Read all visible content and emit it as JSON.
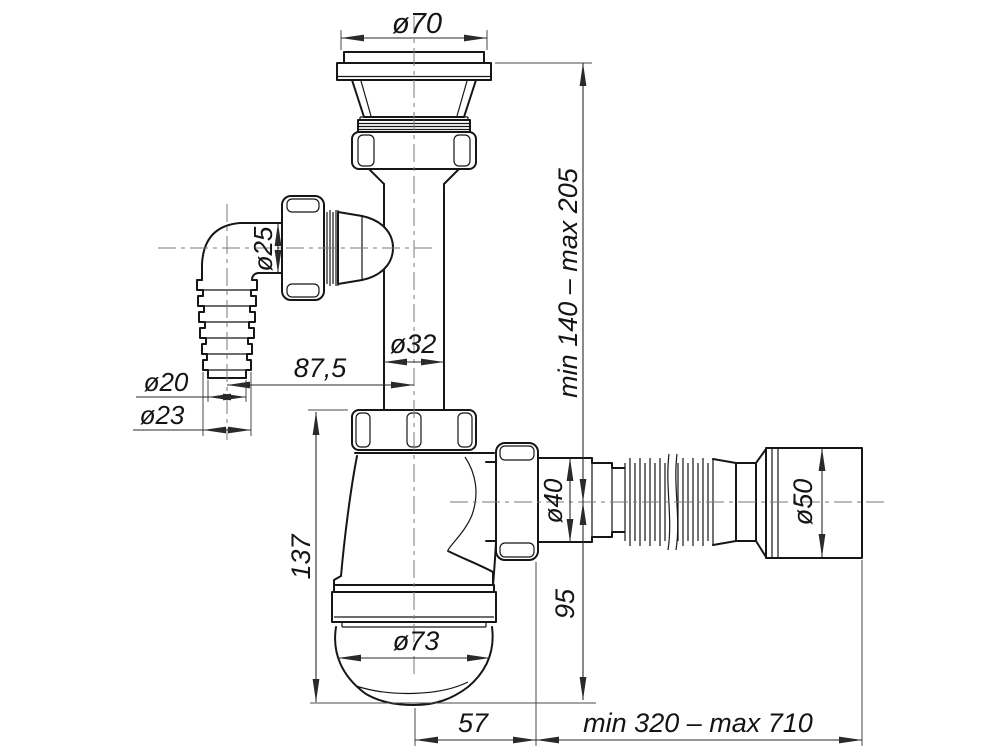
{
  "drawing": {
    "colors": {
      "line": "#161616",
      "dimension": "#2a2a2a",
      "centerline": "#7a7a7a",
      "background": "#ffffff"
    },
    "dimensions": {
      "flange_diameter": "ø70",
      "height_range": "min 140 – max 205",
      "side_inlet_diameter": "ø25",
      "inlet_tube_diameter": "ø32",
      "side_inlet_offset": "87,5",
      "hose_barb_inner_diameter": "ø20",
      "hose_barb_outer_diameter": "ø23",
      "body_height": "137",
      "outlet_diameter": "ø40",
      "outlet_axis_drop": "95",
      "cup_diameter": "ø73",
      "outlet_offset": "57",
      "reach_range": "min 320 – max 710",
      "cuff_diameter": "ø50"
    }
  }
}
